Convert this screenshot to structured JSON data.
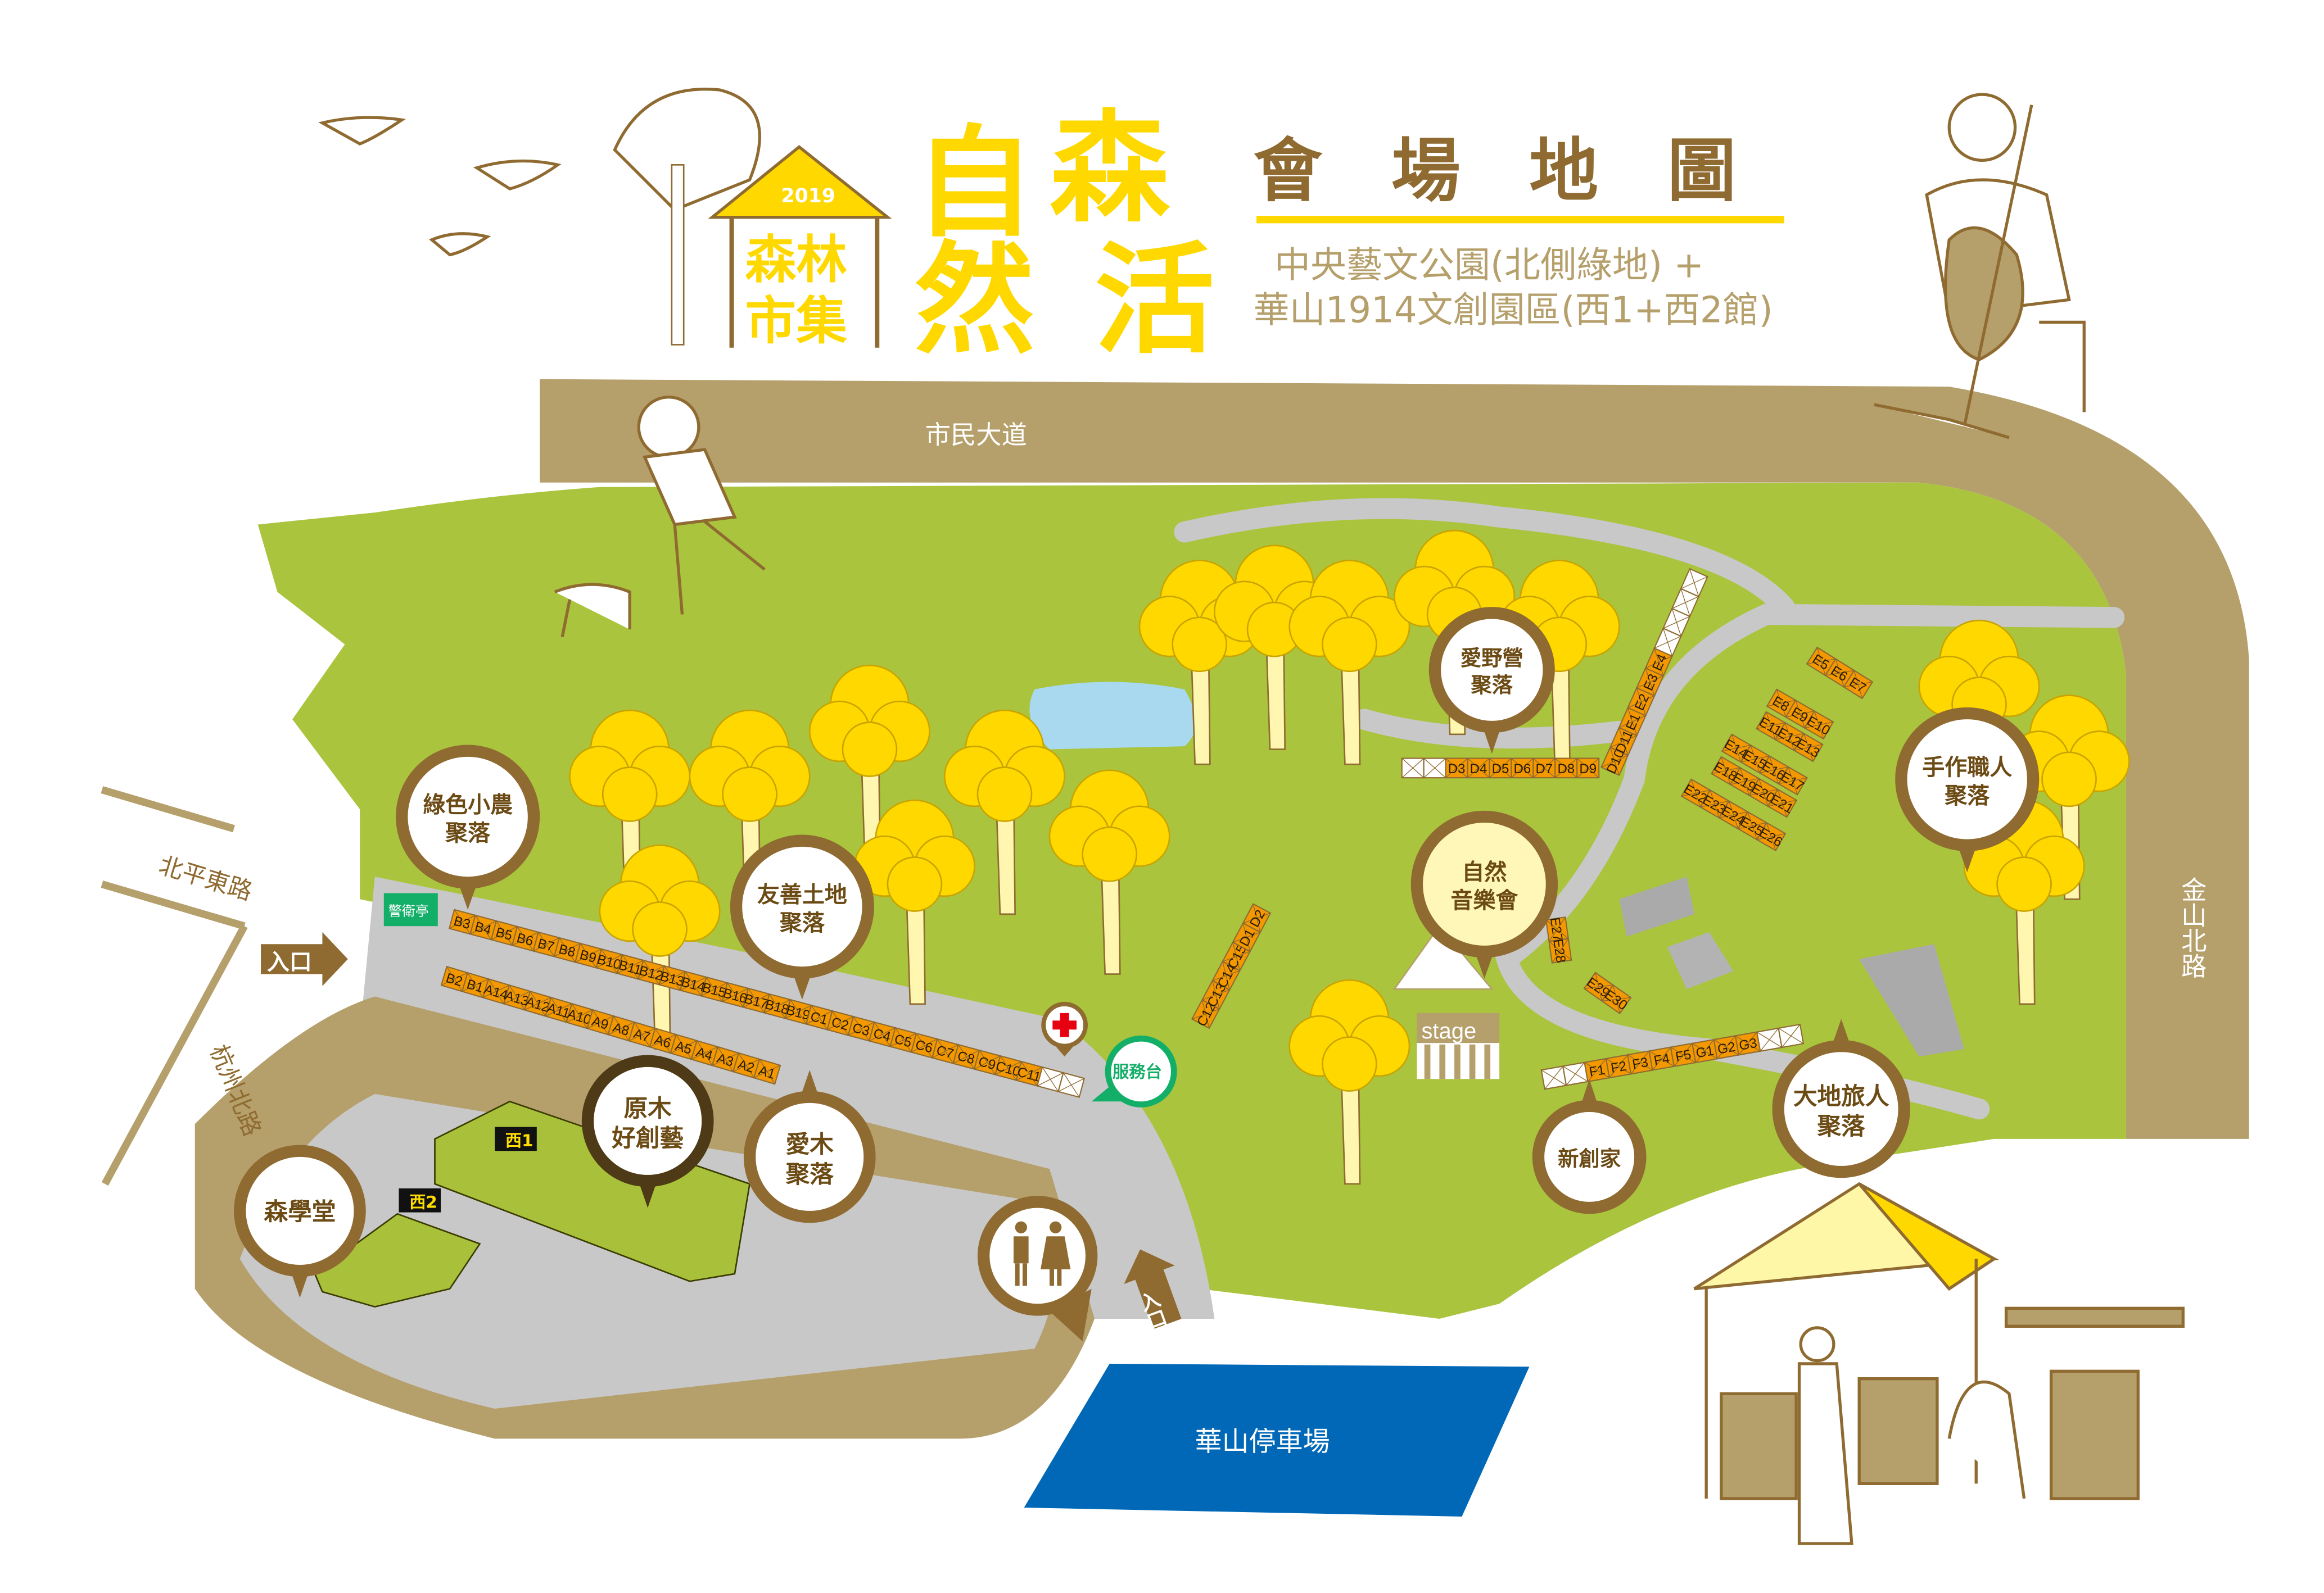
{
  "header": {
    "logo_year": "2019",
    "logo_line1": "森林",
    "logo_line2": "市集",
    "title_chars": [
      "自",
      "森",
      "然",
      "活"
    ],
    "map_title": "會　場　地　圖",
    "venue_line1": "中央藝文公園(北側綠地) +",
    "venue_line2": "華山1914文創園區(西1+西2館)"
  },
  "roads": {
    "top": "市民大道",
    "right": "金山北路",
    "left_upper": "北平東路",
    "left_lower": "杭州北路"
  },
  "entrances": {
    "west": "入口",
    "south": "入口"
  },
  "parking": "華山停車場",
  "guard_booth": "警衛亭",
  "buildings": {
    "west1": "西1",
    "west2": "西2"
  },
  "stage": "stage",
  "service_desk": "服務台",
  "zones": [
    {
      "id": "green-farmers",
      "line1": "綠色小農",
      "line2": "聚落"
    },
    {
      "id": "friendly-land",
      "line1": "友善土地",
      "line2": "聚落"
    },
    {
      "id": "wood-craft",
      "line1": "原木",
      "line2": "好創藝"
    },
    {
      "id": "love-wood",
      "line1": "愛木",
      "line2": "聚落"
    },
    {
      "id": "forest-school",
      "line1": "森學堂",
      "line2": ""
    },
    {
      "id": "love-camping",
      "line1": "愛野營",
      "line2": "聚落"
    },
    {
      "id": "nature-concert",
      "line1": "自然",
      "line2": "音樂會"
    },
    {
      "id": "craftsmen",
      "line1": "手作職人",
      "line2": "聚落"
    },
    {
      "id": "new-creators",
      "line1": "新創家",
      "line2": ""
    },
    {
      "id": "earth-travelers",
      "line1": "大地旅人",
      "line2": "聚落"
    }
  ],
  "booth_rows": [
    {
      "name": "row-b-c",
      "labels": [
        "B3",
        "B4",
        "B5",
        "B6",
        "B7",
        "B8",
        "B9",
        "B10",
        "B11",
        "B12",
        "B13",
        "B14",
        "B15",
        "B16",
        "B17",
        "B18",
        "B19",
        "C1",
        "C2",
        "C3",
        "C4",
        "C5",
        "C6",
        "C7",
        "C8",
        "C9",
        "C10",
        "C11",
        "",
        ""
      ]
    },
    {
      "name": "row-a",
      "labels": [
        "B2",
        "B1",
        "A14",
        "A13",
        "A12",
        "A11",
        "A10",
        "A9",
        "A8",
        "A7",
        "A6",
        "A5",
        "A4",
        "A3",
        "A2",
        "A1"
      ]
    },
    {
      "name": "row-c-d",
      "labels": [
        "C12",
        "C13",
        "C14",
        "C15",
        "D1",
        "D2"
      ]
    },
    {
      "name": "row-d",
      "labels": [
        "",
        "",
        "D3",
        "D4",
        "D5",
        "D6",
        "D7",
        "D8",
        "D9"
      ]
    },
    {
      "name": "row-d-e",
      "labels": [
        "D10",
        "D11",
        "E1",
        "E2",
        "E3",
        "E4",
        "",
        "",
        "",
        ""
      ]
    },
    {
      "name": "row-e5",
      "labels": [
        "E5",
        "E6",
        "E7"
      ]
    },
    {
      "name": "row-e8",
      "labels": [
        "E8",
        "E9",
        "E10"
      ]
    },
    {
      "name": "row-e11",
      "labels": [
        "E11",
        "E12",
        "E13"
      ]
    },
    {
      "name": "row-e14",
      "labels": [
        "E14",
        "E15",
        "E16",
        "E17"
      ]
    },
    {
      "name": "row-e18",
      "labels": [
        "E18",
        "E19",
        "E20",
        "E21"
      ]
    },
    {
      "name": "row-e22",
      "labels": [
        "E22",
        "E23",
        "E24",
        "E25",
        "E26"
      ]
    },
    {
      "name": "row-e27",
      "labels": [
        "E27",
        "E28"
      ]
    },
    {
      "name": "row-e29",
      "labels": [
        "E29",
        "E30"
      ]
    },
    {
      "name": "row-f-g",
      "labels": [
        "",
        "",
        "F1",
        "F2",
        "F3",
        "F4",
        "F5",
        "G1",
        "G2",
        "G3",
        "",
        ""
      ]
    }
  ],
  "colors": {
    "grass": "#aac43e",
    "road": "#b59f6b",
    "path": "#c8c8c8",
    "booth": "#f39800",
    "pin": "#8f6b31",
    "tree": "#ffd800",
    "parking": "#0068b7",
    "service": "#13ae67"
  }
}
